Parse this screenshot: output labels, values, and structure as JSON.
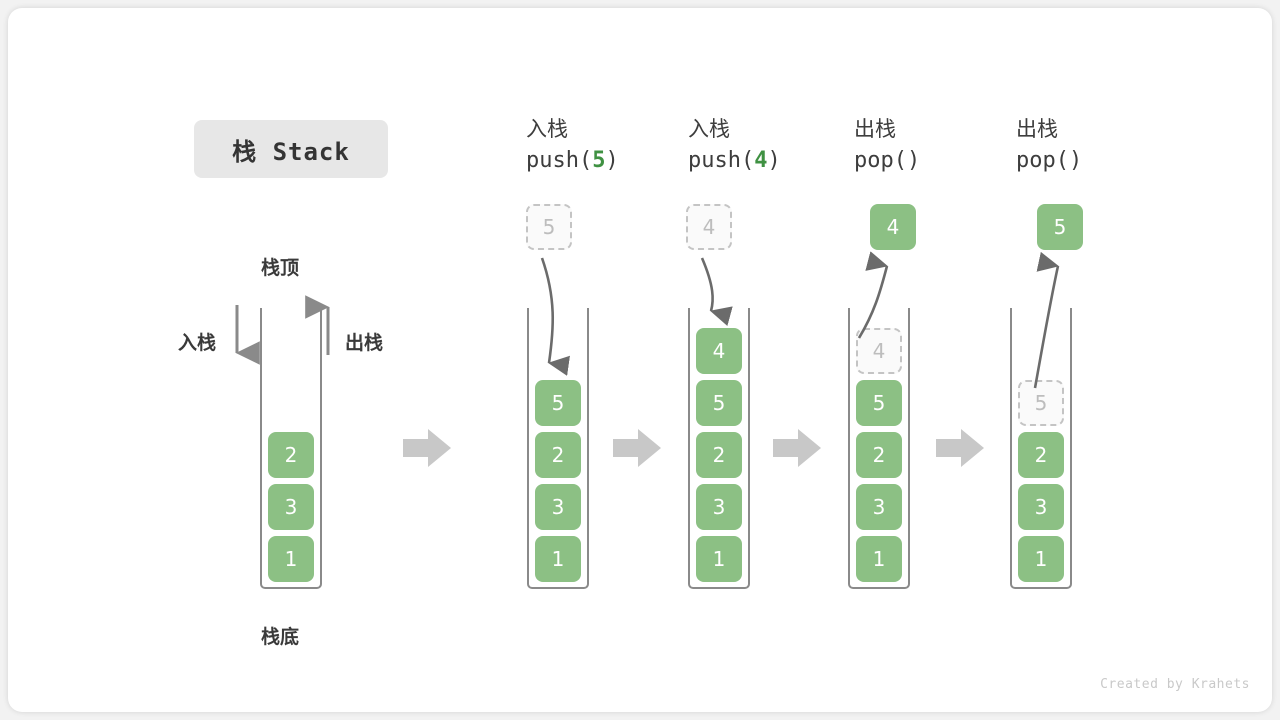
{
  "title_chip": {
    "label": "栈 Stack"
  },
  "labels": {
    "stack_top": "栈顶",
    "stack_bottom": "栈底",
    "push_side": "入栈",
    "pop_side": "出栈"
  },
  "credit": "Created by Krahets",
  "colors": {
    "cell_fill": "#8cc084",
    "cell_text": "#ffffff",
    "ghost_fill": "#fafafa",
    "ghost_text": "#bdbdbd",
    "ghost_border": "#c4c4c4",
    "container_border": "#8a8a8a",
    "flow_arrow": "#c8c8c8",
    "motion_arrow": "#6b6b6b",
    "accent_green_text": "#3f9142",
    "header_text": "#3d3d3d",
    "chip_bg": "#e7e7e7"
  },
  "diagram": {
    "type": "stack-operations",
    "initial": {
      "name": "initial-stack",
      "cells": [
        "2",
        "3",
        "1"
      ],
      "top_label": "栈顶",
      "bottom_label": "栈底",
      "push_arrow_label": "入栈",
      "pop_arrow_label": "出栈"
    },
    "steps": [
      {
        "name": "push-5",
        "header_cn": "入栈",
        "header_code_prefix": "push(",
        "header_code_num": "5",
        "header_code_suffix": ")",
        "incoming_ghost": "5",
        "incoming_ghost_position": "above",
        "arrow_direction": "down",
        "cells": [
          "5",
          "2",
          "3",
          "1"
        ],
        "ghost_in_stack": null,
        "popped_cell": null
      },
      {
        "name": "push-4",
        "header_cn": "入栈",
        "header_code_prefix": "push(",
        "header_code_num": "4",
        "header_code_suffix": ")",
        "incoming_ghost": "4",
        "incoming_ghost_position": "above",
        "arrow_direction": "down",
        "cells": [
          "4",
          "5",
          "2",
          "3",
          "1"
        ],
        "ghost_in_stack": null,
        "popped_cell": null
      },
      {
        "name": "pop-4",
        "header_cn": "出栈",
        "header_code_prefix": "pop(",
        "header_code_num": "",
        "header_code_suffix": ")",
        "incoming_ghost": null,
        "arrow_direction": "up",
        "cells": [
          "5",
          "2",
          "3",
          "1"
        ],
        "ghost_in_stack": "4",
        "popped_cell": "4"
      },
      {
        "name": "pop-5",
        "header_cn": "出栈",
        "header_code_prefix": "pop(",
        "header_code_num": "",
        "header_code_suffix": ")",
        "incoming_ghost": null,
        "arrow_direction": "up",
        "cells": [
          "2",
          "3",
          "1"
        ],
        "ghost_in_stack": "5",
        "popped_cell": "5"
      }
    ]
  }
}
